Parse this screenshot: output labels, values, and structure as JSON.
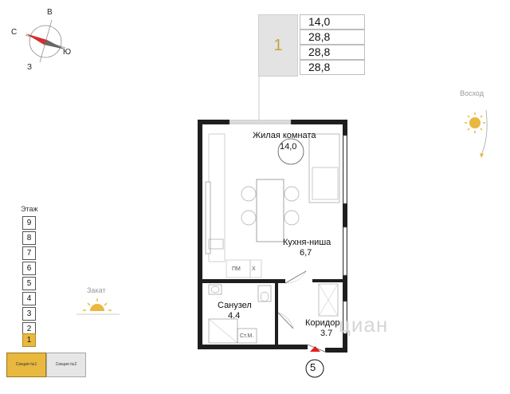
{
  "compass": {
    "north": "С",
    "east": "В",
    "south": "Ю",
    "west": "З"
  },
  "info": {
    "unit_number": "1",
    "areas": [
      "14,0",
      "28,8",
      "28,8",
      "28,8"
    ]
  },
  "sunrise_label": "Восход",
  "sunset_label": "Закат",
  "floor_selector": {
    "title": "Этаж",
    "floors": [
      "9",
      "8",
      "7",
      "6",
      "5",
      "4",
      "3",
      "2",
      "1"
    ],
    "active": "1"
  },
  "sections": [
    {
      "label": "Секция №1",
      "active": true
    },
    {
      "label": "Секция №2",
      "active": false
    }
  ],
  "rooms": {
    "living_name": "Жилая комната",
    "living_area": "14,0",
    "kitchen_name": "Кухня-ниша",
    "kitchen_area": "6,7",
    "bath_name": "Санузел",
    "bath_area": "4.4",
    "corridor_name": "Коридор",
    "corridor_area": "3.7"
  },
  "fixtures": {
    "pm": "ПМ",
    "x": "Х",
    "washer": "Ст.М."
  },
  "entrance_number": "5",
  "watermark": "циан",
  "colors": {
    "accent": "#e8b83f",
    "sun": "#e8b83f",
    "entrance_marker": "#e02020",
    "unit_box": "#e3e3e3"
  }
}
